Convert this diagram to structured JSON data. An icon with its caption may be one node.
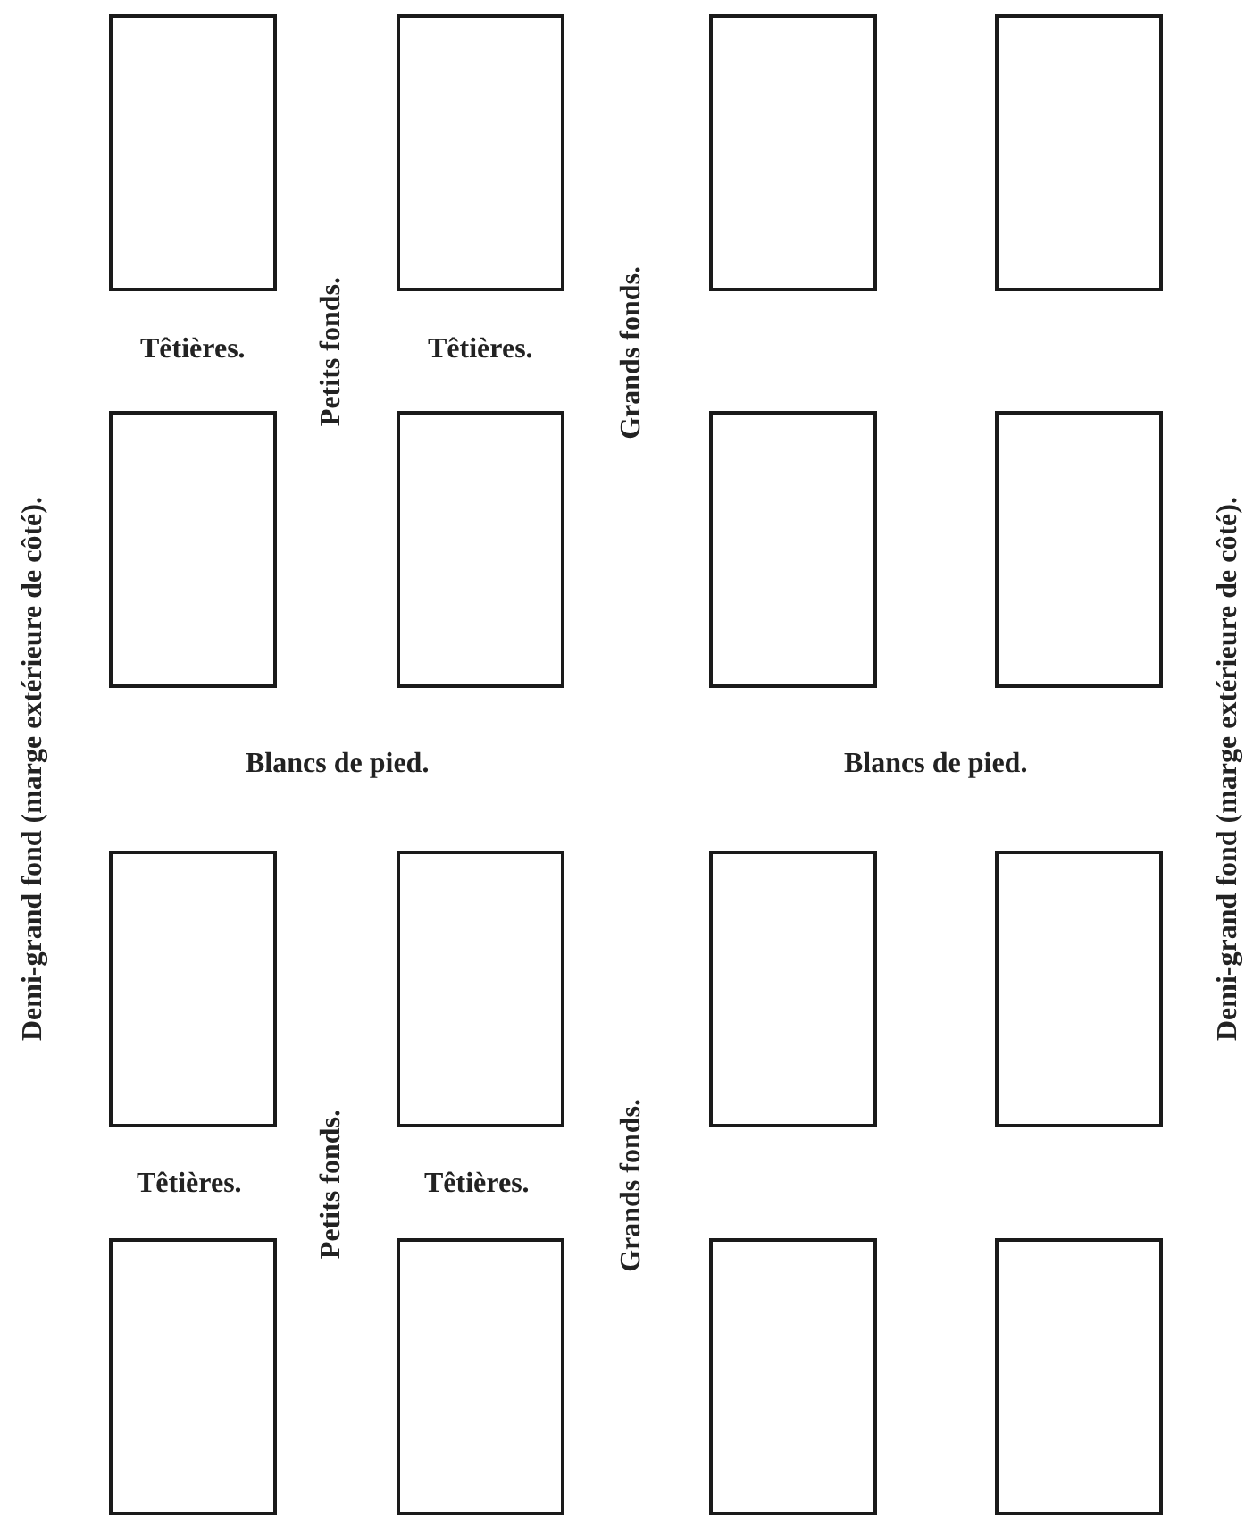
{
  "diagram": {
    "nodes": [
      {
        "text": [],
        "shape": "box"
      },
      {
        "text": [],
        "shape": "box"
      },
      {
        "text": [],
        "shape": "box"
      },
      {
        "text": [],
        "shape": "box"
      },
      {
        "text": [],
        "shape": "box"
      },
      {
        "text": [],
        "shape": "box"
      },
      {
        "text": [],
        "shape": "box"
      },
      {
        "text": [],
        "shape": "box"
      },
      {
        "text": [],
        "shape": "box"
      },
      {
        "text": [],
        "shape": "box"
      },
      {
        "text": [],
        "shape": "box"
      },
      {
        "text": [],
        "shape": "box"
      },
      {
        "text": [],
        "shape": "box"
      },
      {
        "text": [],
        "shape": "box"
      },
      {
        "text": [],
        "shape": "box"
      },
      {
        "text": [],
        "shape": "box"
      }
    ],
    "labels": [
      "Têtières.",
      "Petits fonds.",
      "Têtières.",
      "Grands fonds.",
      "Demi-grand fond (marge extérieure de côté).",
      "Demi-grand fond (marge extérieure de côté).",
      "Blancs de pied.",
      "Blancs de pied.",
      "Têtières.",
      "Petits fonds.",
      "Têtières.",
      "Grands fonds."
    ]
  }
}
